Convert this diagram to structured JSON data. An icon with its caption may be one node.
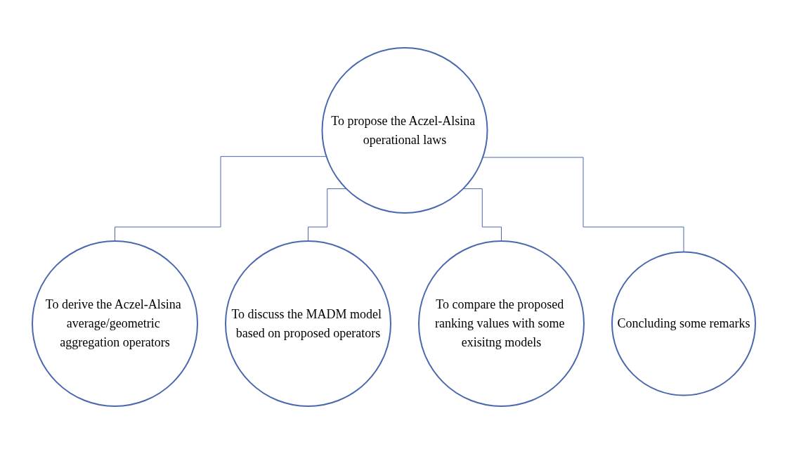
{
  "diagram": {
    "nodes": [
      {
        "text": [
          "To propose the Aczel-Alsina operational laws"
        ]
      },
      {
        "text": [
          "To derive the Aczel-Alsina average/geometric aggregation operators"
        ]
      },
      {
        "text": [
          "To discuss the MADM model based on proposed operators"
        ]
      },
      {
        "text": [
          "To compare the proposed ranking values with some exisitng models"
        ]
      },
      {
        "text": [
          "Concluding some remarks"
        ]
      }
    ],
    "edges": [
      {
        "from": 0,
        "to": 1,
        "arrow": "none"
      },
      {
        "from": 0,
        "to": 2,
        "arrow": "none"
      },
      {
        "from": 0,
        "to": 3,
        "arrow": "none"
      },
      {
        "from": 0,
        "to": 4,
        "arrow": "none"
      }
    ]
  }
}
